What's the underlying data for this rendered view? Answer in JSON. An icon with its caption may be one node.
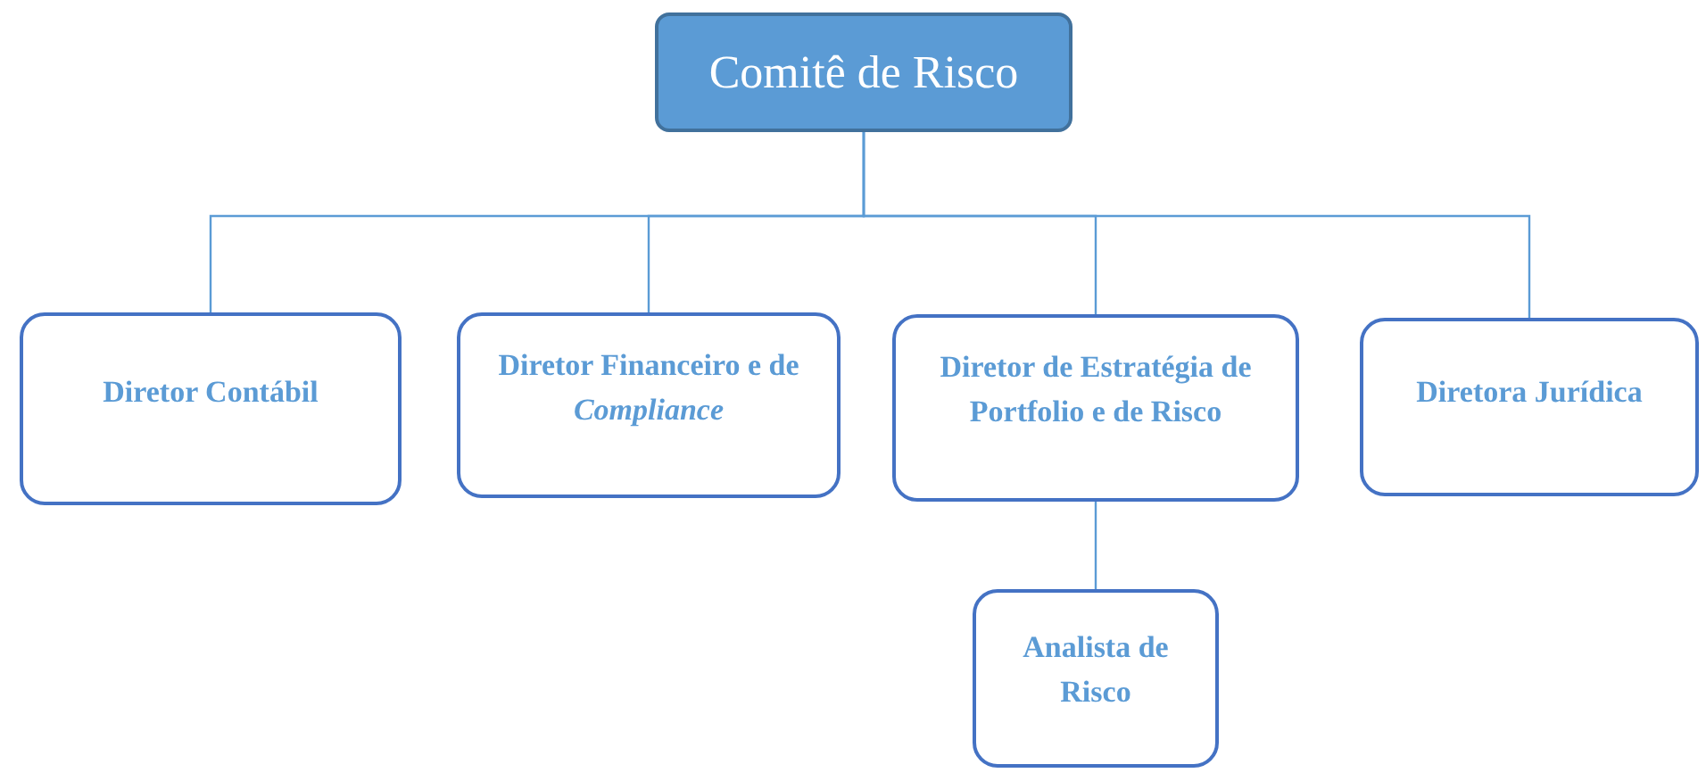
{
  "diagram": {
    "nodes": [
      {
        "text": [
          "Comitê de Risco"
        ]
      },
      {
        "text": [
          "Diretor Contábil"
        ]
      },
      {
        "text": [
          "Diretor Financeiro e de *Compliance*"
        ]
      },
      {
        "text": [
          "Diretor de Estratégia de Portfolio e de Risco"
        ]
      },
      {
        "text": [
          "Diretora Jurídica"
        ]
      },
      {
        "text": [
          "Analista de Risco"
        ]
      }
    ],
    "edges": [
      {
        "from": 0,
        "to": 1,
        "arrow": "none"
      },
      {
        "from": 0,
        "to": 2,
        "arrow": "none"
      },
      {
        "from": 0,
        "to": 3,
        "arrow": "none"
      },
      {
        "from": 0,
        "to": 4,
        "arrow": "none"
      },
      {
        "from": 3,
        "to": 5,
        "arrow": "none"
      }
    ]
  }
}
